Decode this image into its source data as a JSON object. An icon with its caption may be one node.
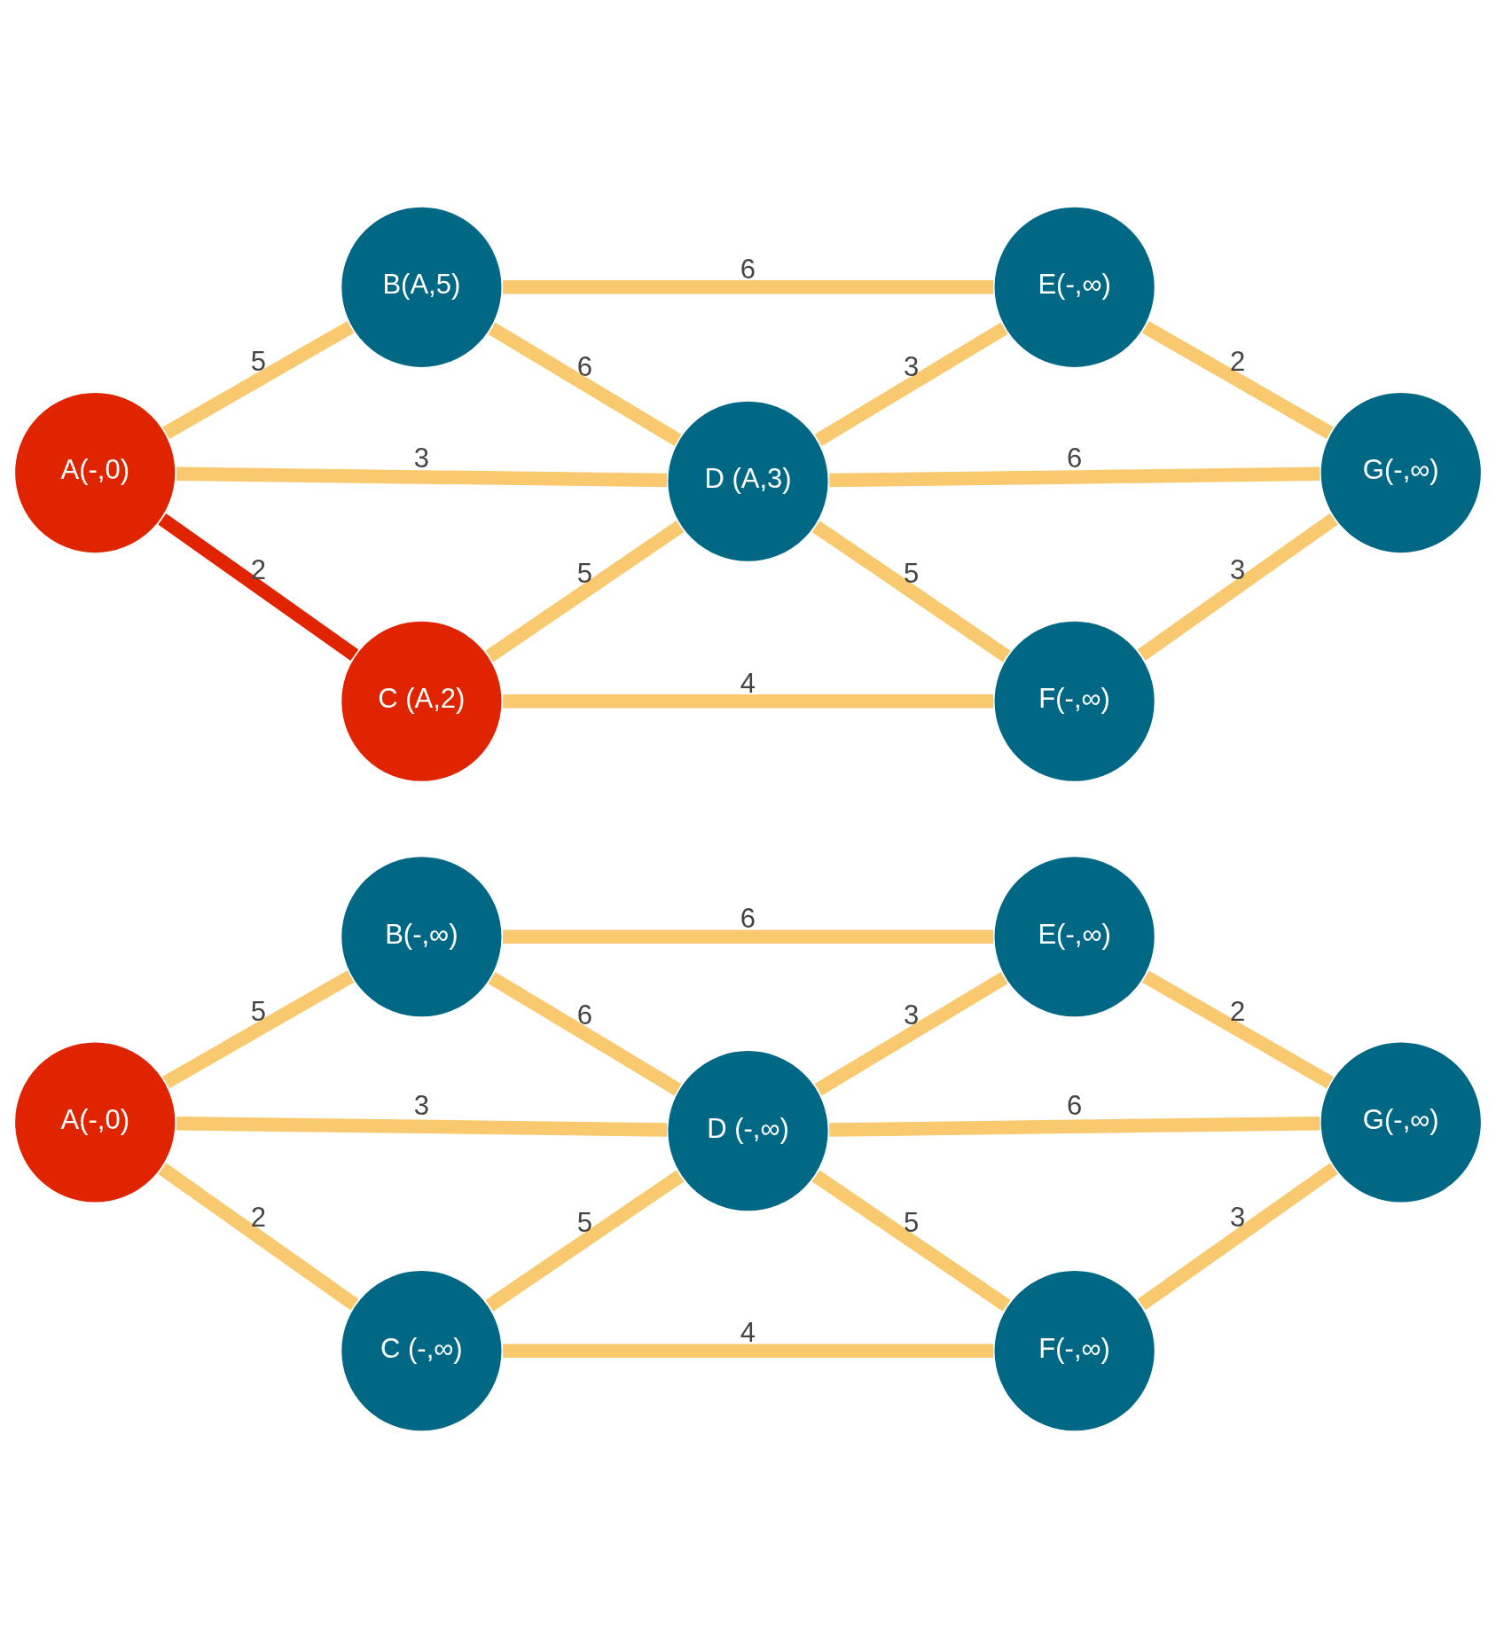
{
  "diagram": {
    "nodes": [
      {
        "text": [
          "A(-,0)"
        ]
      },
      {
        "text": [
          "B(-,∞)"
        ]
      },
      {
        "text": [
          "C (-,∞)"
        ]
      },
      {
        "text": [
          "D (-,∞)"
        ]
      },
      {
        "text": [
          "E(-,∞)"
        ]
      },
      {
        "text": [
          "F(-,∞)"
        ]
      },
      {
        "text": [
          "G(-,∞)"
        ]
      },
      {
        "text": [
          "A(-,0)"
        ]
      },
      {
        "text": [
          "B(A,5)"
        ]
      },
      {
        "text": [
          "C (A,2)"
        ]
      },
      {
        "text": [
          "D (A,3)"
        ]
      },
      {
        "text": [
          "E(-,∞)"
        ]
      },
      {
        "text": [
          "F(-,∞)"
        ]
      },
      {
        "text": [
          "G(-,∞)"
        ]
      }
    ],
    "edges": [
      {
        "from": 0,
        "to": 1,
        "arrow": "none",
        "label": "5"
      },
      {
        "from": 0,
        "to": 3,
        "arrow": "none",
        "label": "3"
      },
      {
        "from": 0,
        "to": 2,
        "arrow": "none",
        "label": "2"
      },
      {
        "from": 1,
        "to": 4,
        "arrow": "none",
        "label": "6"
      },
      {
        "from": 1,
        "to": 3,
        "arrow": "none",
        "label": "6"
      },
      {
        "from": 2,
        "to": 3,
        "arrow": "none",
        "label": "5"
      },
      {
        "from": 2,
        "to": 5,
        "arrow": "none",
        "label": "4"
      },
      {
        "from": 3,
        "to": 4,
        "arrow": "none",
        "label": "3"
      },
      {
        "from": 3,
        "to": 6,
        "arrow": "none",
        "label": "6"
      },
      {
        "from": 3,
        "to": 5,
        "arrow": "none",
        "label": "5"
      },
      {
        "from": 4,
        "to": 6,
        "arrow": "none",
        "label": "2"
      },
      {
        "from": 5,
        "to": 6,
        "arrow": "none",
        "label": "3"
      },
      {
        "from": 7,
        "to": 8,
        "arrow": "none",
        "label": "5"
      },
      {
        "from": 7,
        "to": 10,
        "arrow": "none",
        "label": "3"
      },
      {
        "from": 7,
        "to": 9,
        "arrow": "none",
        "label": "2",
        "color": "#e02400"
      },
      {
        "from": 8,
        "to": 11,
        "arrow": "none",
        "label": "6"
      },
      {
        "from": 8,
        "to": 10,
        "arrow": "none",
        "label": "6"
      },
      {
        "from": 9,
        "to": 10,
        "arrow": "none",
        "label": "5"
      },
      {
        "from": 9,
        "to": 12,
        "arrow": "none",
        "label": "4"
      },
      {
        "from": 10,
        "to": 11,
        "arrow": "none",
        "label": "3"
      },
      {
        "from": 10,
        "to": 13,
        "arrow": "none",
        "label": "6"
      },
      {
        "from": 10,
        "to": 12,
        "arrow": "none",
        "label": "5"
      },
      {
        "from": 11,
        "to": 13,
        "arrow": "none",
        "label": "2"
      },
      {
        "from": 12,
        "to": 13,
        "arrow": "none",
        "label": "3"
      }
    ]
  }
}
